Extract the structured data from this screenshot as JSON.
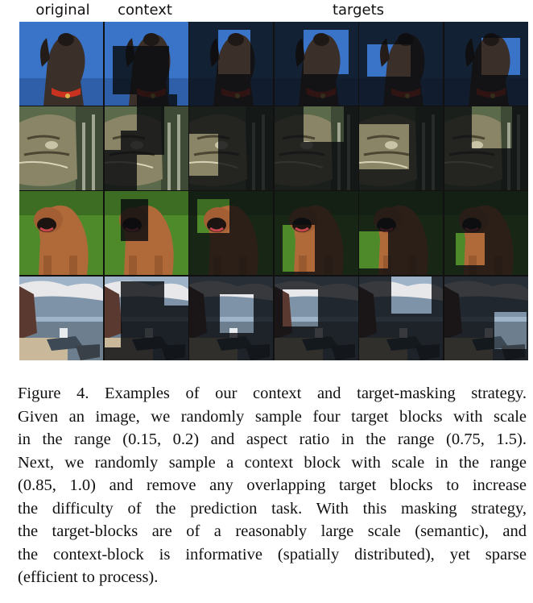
{
  "columns": {
    "original": "original",
    "context": "context",
    "targets": "targets"
  },
  "rows": [
    {
      "subject": "dog with red collar on blue sky",
      "palette": {
        "bg": "#3a74c9",
        "fg": "#3b2f2a",
        "accent": "#c8321e"
      }
    },
    {
      "subject": "tabby cat face",
      "palette": {
        "bg": "#5b6a4a",
        "fg": "#8a8566",
        "accent": "#c9c3a8"
      }
    },
    {
      "subject": "brown mastiff on grass",
      "palette": {
        "bg": "#4f8a2a",
        "fg": "#b06a3a",
        "accent": "#1c1410"
      }
    },
    {
      "subject": "boat in harbor under cloudy sky",
      "palette": {
        "bg": "#9fb3c8",
        "fg": "#3d4a55",
        "accent": "#e8e8ea"
      }
    }
  ],
  "caption": {
    "lines": [
      "Figure 4.  Examples of our context and target-masking strategy.",
      "Given an image, we randomly sample four target blocks with scale",
      "in the range (0.15, 0.2) and aspect ratio in the range (0.75, 1.5).",
      "Next, we randomly sample a context block with scale in the range",
      "(0.85, 1.0) and remove any overlapping target blocks to increase",
      "the difficulty of the prediction task.  With this masking strategy,",
      "the target-blocks are of a reasonably large scale (semantic), and",
      "the context-block is informative (spatially distributed), yet sparse",
      "(efficient to process)."
    ]
  }
}
